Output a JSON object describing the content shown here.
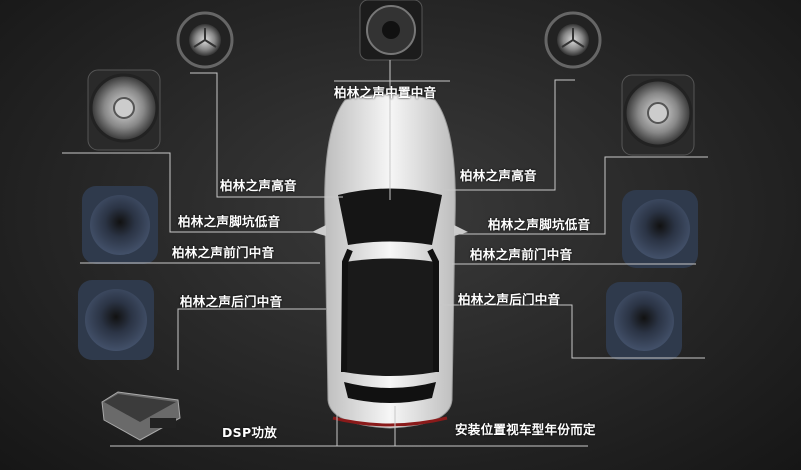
{
  "labels": {
    "center_mid": "柏林之声中置中音",
    "tweeter_left": "柏林之声高音",
    "tweeter_right": "柏林之声高音",
    "footwell_left": "柏林之声脚坑低音",
    "footwell_right": "柏林之声脚坑低音",
    "front_door_left": "柏林之声前门中音",
    "front_door_right": "柏林之声前门中音",
    "rear_door_left": "柏林之声后门中音",
    "rear_door_right": "柏林之声后门中音",
    "dsp": "DSP功放",
    "note": "安装位置视车型年份而定"
  },
  "colors": {
    "background": "#262626",
    "car": "#e8e8e8",
    "leader_lines": "#bfbfbf",
    "mid_speaker": "#2e3a4e"
  }
}
